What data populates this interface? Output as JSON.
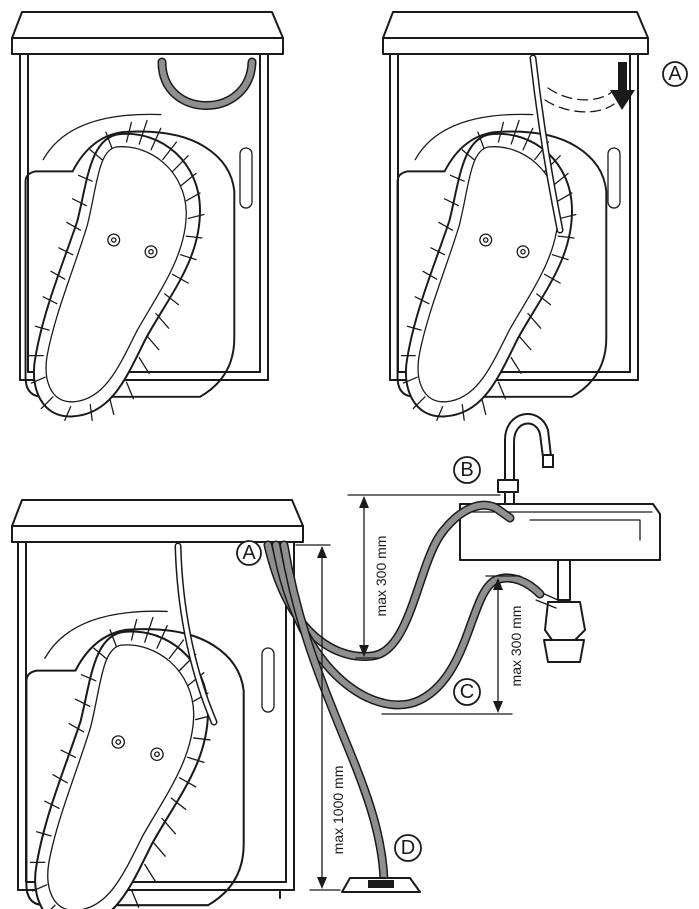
{
  "labels": {
    "a_top": "A",
    "a_bottom": "A",
    "b": "B",
    "c": "C",
    "d": "D"
  },
  "dimensions": {
    "max_300_upper": "max 300 mm",
    "max_300_lower": "max 300 mm",
    "max_1000": "max 1000 mm"
  },
  "colors": {
    "line": "#1a1a1a",
    "hose": "#8f8f8f",
    "background": "#ffffff"
  }
}
